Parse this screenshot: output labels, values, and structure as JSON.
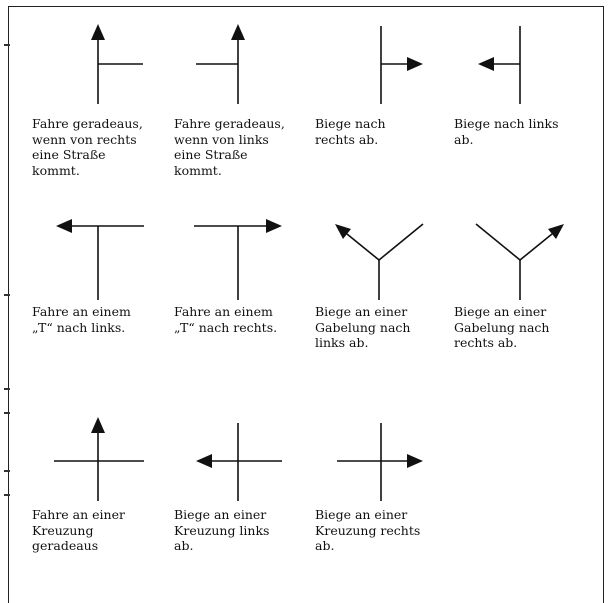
{
  "signs": [
    {
      "key": "straight-right-road",
      "caption": "Fahre geradeaus,\nwenn von rechts\neine Straße\nkommt."
    },
    {
      "key": "straight-left-road",
      "caption": "Fahre geradeaus,\nwenn von links\neine Straße\nkommt."
    },
    {
      "key": "turn-right",
      "caption": "Biege nach\nrechts ab."
    },
    {
      "key": "turn-left",
      "caption": "Biege nach links\nab."
    },
    {
      "key": "t-left",
      "caption": "Fahre an einem\n„T“ nach links."
    },
    {
      "key": "t-right",
      "caption": "Fahre an einem\n„T“ nach rechts."
    },
    {
      "key": "fork-left",
      "caption": "Biege an einer\nGabelung nach\nlinks ab."
    },
    {
      "key": "fork-right",
      "caption": "Biege an einer\nGabelung nach\nrechts ab."
    },
    {
      "key": "cross-straight",
      "caption": "Fahre an einer\nKreuzung\ngeradeaus"
    },
    {
      "key": "cross-left",
      "caption": "Biege an einer\nKreuzung links\nab."
    },
    {
      "key": "cross-right",
      "caption": "Biege an einer\nKreuzung rechts\nab."
    }
  ]
}
